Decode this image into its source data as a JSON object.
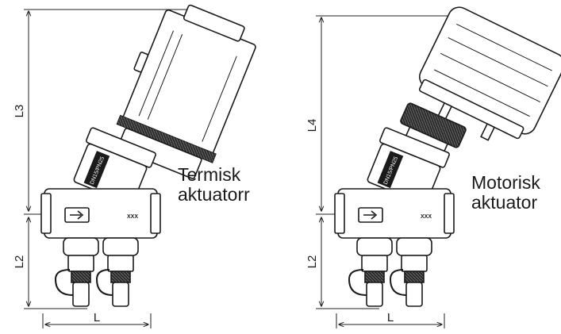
{
  "left_drawing": {
    "caption_line1": "Termisk",
    "caption_line2": "aktuatorr",
    "dim_height_top": "L3",
    "dim_height_bottom": "L2",
    "dim_width": "L",
    "body_marking": "DN15/PN25",
    "body_code": "XXX"
  },
  "right_drawing": {
    "caption_line1": "Motorisk",
    "caption_line2": "aktuator",
    "dim_height_top": "L4",
    "dim_height_bottom": "L2",
    "dim_width": "L",
    "body_marking": "DN15/PN25",
    "body_code": "XXX"
  }
}
